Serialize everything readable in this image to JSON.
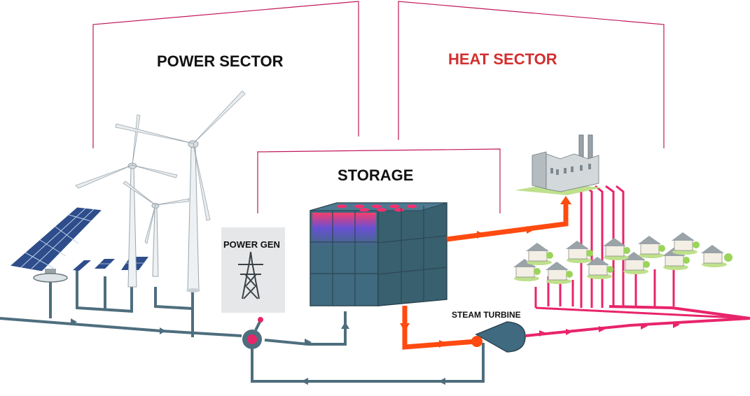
{
  "labels": {
    "power_sector": "POWER SECTOR",
    "heat_sector": "HEAT SECTOR",
    "storage": "STORAGE",
    "power_gen": "POWER GEN",
    "steam_turbine": "STEAM TURBINE"
  },
  "colors": {
    "bracket": "#c2185b",
    "heat_title": "#d32f2f",
    "power_line": "#4e6e7e",
    "heat_pipe": "#ff4a10",
    "district_pipe": "#e8246a",
    "storage_cube": "#3f6a80",
    "panel_blue": "#2e4d8a",
    "roof_green": "#9bd45a"
  },
  "icons": [
    "solar-panel-icon",
    "wind-turbine-icon",
    "transmission-tower-icon",
    "storage-cube-icon",
    "steam-turbine-icon",
    "factory-icon",
    "house-icon",
    "valve-icon"
  ]
}
